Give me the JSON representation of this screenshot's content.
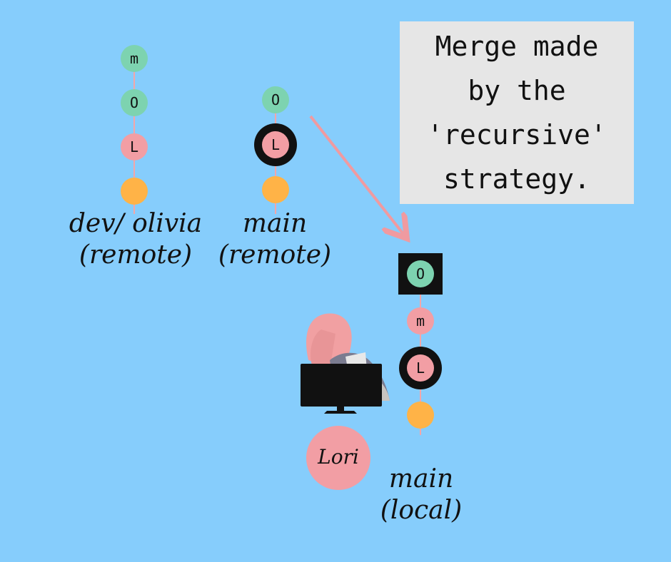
{
  "caption": {
    "text": "Merge made\nby the\n'recursive'\nstrategy."
  },
  "branches": {
    "dev_olivia_remote": {
      "label": "dev/ olivia\n(remote)",
      "commits": [
        {
          "letter": "m",
          "color": "#7dd3b0",
          "highlight": "none"
        },
        {
          "letter": "O",
          "color": "#7dd3b0",
          "highlight": "none"
        },
        {
          "letter": "L",
          "color": "#f29ea4",
          "highlight": "none"
        },
        {
          "letter": "",
          "color": "#ffb347",
          "highlight": "none"
        }
      ]
    },
    "main_remote": {
      "label": "main\n(remote)",
      "commits": [
        {
          "letter": "O",
          "color": "#7dd3b0",
          "highlight": "none"
        },
        {
          "letter": "L",
          "color": "#f29ea4",
          "highlight": "ring"
        },
        {
          "letter": "",
          "color": "#ffb347",
          "highlight": "none"
        }
      ]
    },
    "main_local": {
      "label": "main\n(local)",
      "commits": [
        {
          "letter": "O",
          "color": "#7dd3b0",
          "highlight": "square"
        },
        {
          "letter": "m",
          "color": "#f29ea4",
          "highlight": "none"
        },
        {
          "letter": "L",
          "color": "#f29ea4",
          "highlight": "ring"
        },
        {
          "letter": "",
          "color": "#ffb347",
          "highlight": "none"
        }
      ]
    }
  },
  "user": {
    "name": "Lori",
    "badge_color": "#f29ea4",
    "icon": "person-at-computer-icon"
  },
  "arrow": {
    "color": "#f09aa0",
    "icon": "merge-arrow-icon"
  }
}
